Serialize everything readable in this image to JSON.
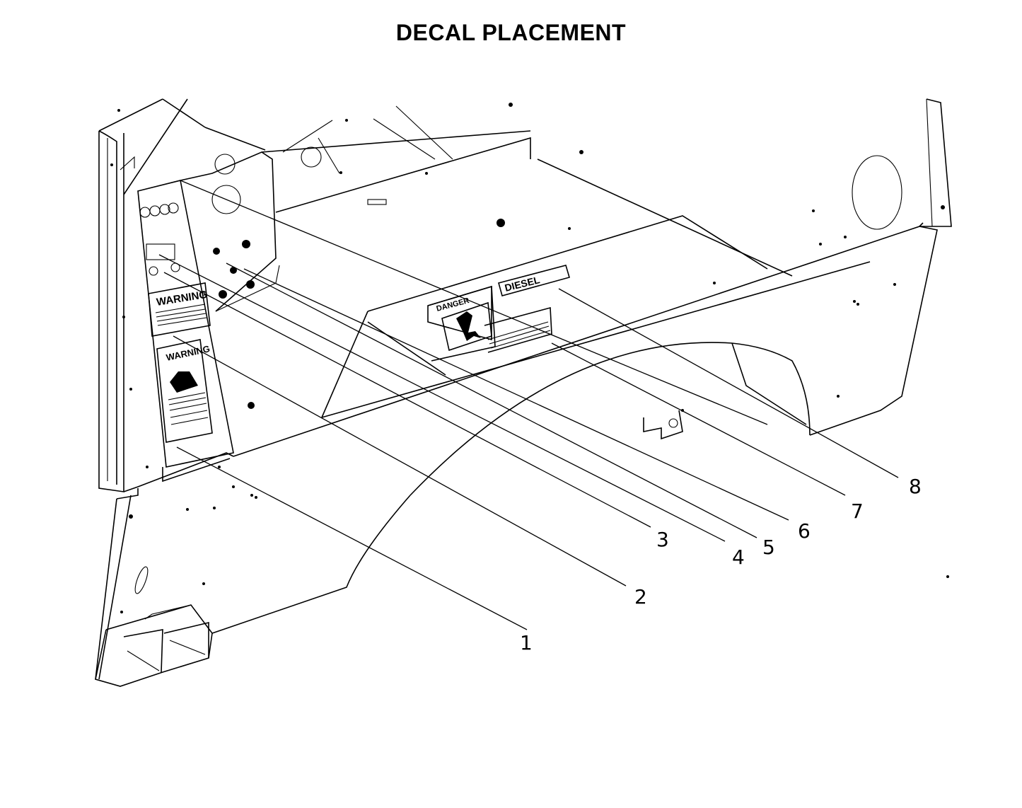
{
  "title": "DECAL PLACEMENT",
  "decals": {
    "warning_top": "WARNING",
    "warning_bottom": "WARNING",
    "danger": "DANGER",
    "diesel": "DIESEL"
  },
  "callouts": [
    {
      "num": "1"
    },
    {
      "num": "2"
    },
    {
      "num": "3"
    },
    {
      "num": "4"
    },
    {
      "num": "5"
    },
    {
      "num": "6"
    },
    {
      "num": "7"
    },
    {
      "num": "8"
    }
  ]
}
